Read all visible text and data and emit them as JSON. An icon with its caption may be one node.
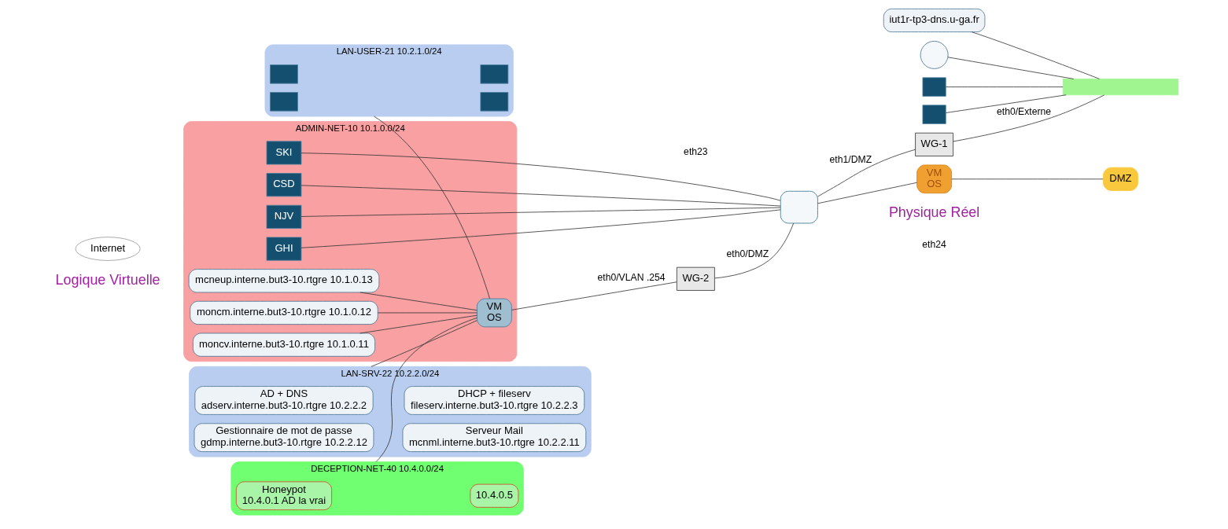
{
  "diagram": {
    "nodes": [
      {
        "text": [
          "ADMIN-NET-10 10.1.0.0/24"
        ]
      },
      {
        "text": [
          "mcneup.interne.but3-10.rtgre 10.1.0.13"
        ],
        "in": 0
      },
      {
        "text": [
          "moncm.interne.but3-10.rtgre 10.1.0.12"
        ],
        "in": 0
      },
      {
        "text": [
          "moncv.interne.but3-10.rtgre 10.1.0.11"
        ],
        "in": 0
      },
      {
        "text": [
          "VM",
          "OS"
        ],
        "in": 0
      },
      {
        "text": [
          "CSD"
        ],
        "in": 0
      },
      {
        "text": [
          "NJV"
        ],
        "in": 0
      },
      {
        "text": [
          "GHI"
        ],
        "in": 0
      },
      {
        "text": [
          "SKI"
        ],
        "in": 0
      },
      {
        "text": [
          "LAN-USER-21 10.2.1.0/24"
        ]
      },
      {
        "text": [],
        "shape": "laptop",
        "in": 9
      },
      {
        "text": [],
        "shape": "laptop",
        "in": 9
      },
      {
        "text": [],
        "shape": "laptop",
        "in": 9
      },
      {
        "text": [],
        "shape": "laptop",
        "in": 9
      },
      {
        "text": [
          "LAN-SRV-22 10.2.2.0/24"
        ]
      },
      {
        "text": [
          "AD + DNS",
          "adserv.interne.but3-10.rtgre 10.2.2.2"
        ],
        "in": 14
      },
      {
        "text": [
          "DHCP + fileserv",
          "fileserv.interne.but3-10.rtgre 10.2.2.3"
        ],
        "in": 14
      },
      {
        "text": [
          "Gestionnaire de mot de passe",
          "gdmp.interne.but3-10.rtgre 10.2.2.12"
        ],
        "in": 14
      },
      {
        "text": [
          "Serveur Mail",
          "mcnml.interne.but3-10.rtgre 10.2.2.11"
        ],
        "in": 14
      },
      {
        "text": [
          "DECEPTION-NET-40 10.4.0.0/24"
        ]
      },
      {
        "text": [
          "Honeypot",
          "10.4.0.1 AD la vrai"
        ],
        "in": 19
      },
      {
        "text": [
          "10.4.0.5"
        ],
        "in": 19
      },
      {
        "text": [
          "WG-2"
        ]
      },
      {
        "text": [],
        "shape": "box"
      },
      {
        "text": [
          "WG-1"
        ]
      },
      {
        "text": [],
        "shape": "bar"
      },
      {
        "text": [
          "iut1r-tp3-dns.u-ga.fr"
        ]
      },
      {
        "text": [],
        "shape": "circle"
      },
      {
        "text": [
          "Internet"
        ]
      },
      {
        "text": [],
        "shape": "monitor"
      },
      {
        "text": [],
        "shape": "monitor"
      },
      {
        "text": [
          "VM",
          "OS"
        ]
      },
      {
        "text": [
          "DMZ"
        ]
      }
    ],
    "edges": [
      {
        "from": 1,
        "to": 4,
        "arrow": "none"
      },
      {
        "from": 2,
        "to": 4,
        "arrow": "none"
      },
      {
        "from": 3,
        "to": 4,
        "arrow": "none"
      },
      {
        "from": 9,
        "to": 4,
        "arrow": "none"
      },
      {
        "from": 14,
        "to": 4,
        "arrow": "none"
      },
      {
        "from": 19,
        "to": 4,
        "arrow": "none"
      },
      {
        "from": 4,
        "to": 22,
        "arrow": "none",
        "label": "eth0/VLAN .254"
      },
      {
        "from": 22,
        "to": 23,
        "arrow": "none",
        "label": "eth0/DMZ"
      },
      {
        "from": 5,
        "to": 23,
        "arrow": "none"
      },
      {
        "from": 6,
        "to": 23,
        "arrow": "none"
      },
      {
        "from": 7,
        "to": 23,
        "arrow": "none"
      },
      {
        "from": 8,
        "to": 23,
        "arrow": "none"
      },
      {
        "from": 23,
        "to": 24,
        "arrow": "none",
        "label": "eth1/DMZ"
      },
      {
        "from": 24,
        "to": 25,
        "arrow": "none",
        "label": "eth0/Externe"
      },
      {
        "from": 26,
        "to": 25,
        "arrow": "none"
      },
      {
        "from": 27,
        "to": 25,
        "arrow": "none"
      },
      {
        "from": 29,
        "to": 25,
        "arrow": "none"
      },
      {
        "from": 30,
        "to": 25,
        "arrow": "none"
      },
      {
        "from": 23,
        "to": 31,
        "arrow": "none"
      },
      {
        "from": 31,
        "to": 32,
        "arrow": "none"
      }
    ],
    "labels": [
      "Logique Virtuelle",
      "Physique Réel",
      "eth23",
      "eth24"
    ]
  }
}
